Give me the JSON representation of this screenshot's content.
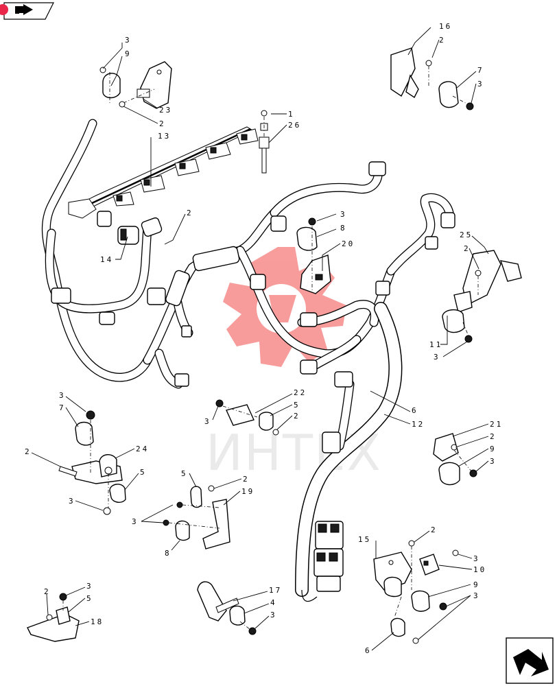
{
  "nav": {
    "page_badge": "",
    "prev_icon": "back-arrow-icon",
    "next_icon": "forward-arrow-icon"
  },
  "watermark": {
    "text": "ИНТЕХ",
    "color": "#f23a3a"
  },
  "callouts": [
    {
      "id": "c-3a",
      "text": "3"
    },
    {
      "id": "c-9a",
      "text": "9"
    },
    {
      "id": "c-23",
      "text": "23"
    },
    {
      "id": "c-2a",
      "text": "2"
    },
    {
      "id": "c-1",
      "text": "1"
    },
    {
      "id": "c-26",
      "text": "26"
    },
    {
      "id": "c-13",
      "text": "13"
    },
    {
      "id": "c-16",
      "text": "16"
    },
    {
      "id": "c-2b",
      "text": "2"
    },
    {
      "id": "c-7a",
      "text": "7"
    },
    {
      "id": "c-3b",
      "text": "3"
    },
    {
      "id": "c-2c",
      "text": "2"
    },
    {
      "id": "c-14",
      "text": "14"
    },
    {
      "id": "c-3c",
      "text": "3"
    },
    {
      "id": "c-8a",
      "text": "8"
    },
    {
      "id": "c-20",
      "text": "20"
    },
    {
      "id": "c-25",
      "text": "25"
    },
    {
      "id": "c-2d",
      "text": "2"
    },
    {
      "id": "c-11",
      "text": "11"
    },
    {
      "id": "c-3d",
      "text": "3"
    },
    {
      "id": "c-3e",
      "text": "3"
    },
    {
      "id": "c-7b",
      "text": "7"
    },
    {
      "id": "c-22",
      "text": "22"
    },
    {
      "id": "c-3f",
      "text": "3"
    },
    {
      "id": "c-5a",
      "text": "5"
    },
    {
      "id": "c-2e",
      "text": "2"
    },
    {
      "id": "c-6a",
      "text": "6"
    },
    {
      "id": "c-12",
      "text": "12"
    },
    {
      "id": "c-21",
      "text": "21"
    },
    {
      "id": "c-2f",
      "text": "2"
    },
    {
      "id": "c-9b",
      "text": "9"
    },
    {
      "id": "c-3g",
      "text": "3"
    },
    {
      "id": "c-2g",
      "text": "2"
    },
    {
      "id": "c-24",
      "text": "24"
    },
    {
      "id": "c-5b",
      "text": "5"
    },
    {
      "id": "c-3h",
      "text": "3"
    },
    {
      "id": "c-5c",
      "text": "5"
    },
    {
      "id": "c-2h",
      "text": "2"
    },
    {
      "id": "c-19",
      "text": "19"
    },
    {
      "id": "c-3i",
      "text": "3"
    },
    {
      "id": "c-8b",
      "text": "8"
    },
    {
      "id": "c-15",
      "text": "15"
    },
    {
      "id": "c-2i",
      "text": "2"
    },
    {
      "id": "c-3j",
      "text": "3"
    },
    {
      "id": "c-10",
      "text": "10"
    },
    {
      "id": "c-9c",
      "text": "9"
    },
    {
      "id": "c-3k",
      "text": "3"
    },
    {
      "id": "c-6b",
      "text": "6"
    },
    {
      "id": "c-2j",
      "text": "2"
    },
    {
      "id": "c-3l",
      "text": "3"
    },
    {
      "id": "c-5d",
      "text": "5"
    },
    {
      "id": "c-18",
      "text": "18"
    },
    {
      "id": "c-17",
      "text": "17"
    },
    {
      "id": "c-4",
      "text": "4"
    },
    {
      "id": "c-3m",
      "text": "3"
    }
  ]
}
